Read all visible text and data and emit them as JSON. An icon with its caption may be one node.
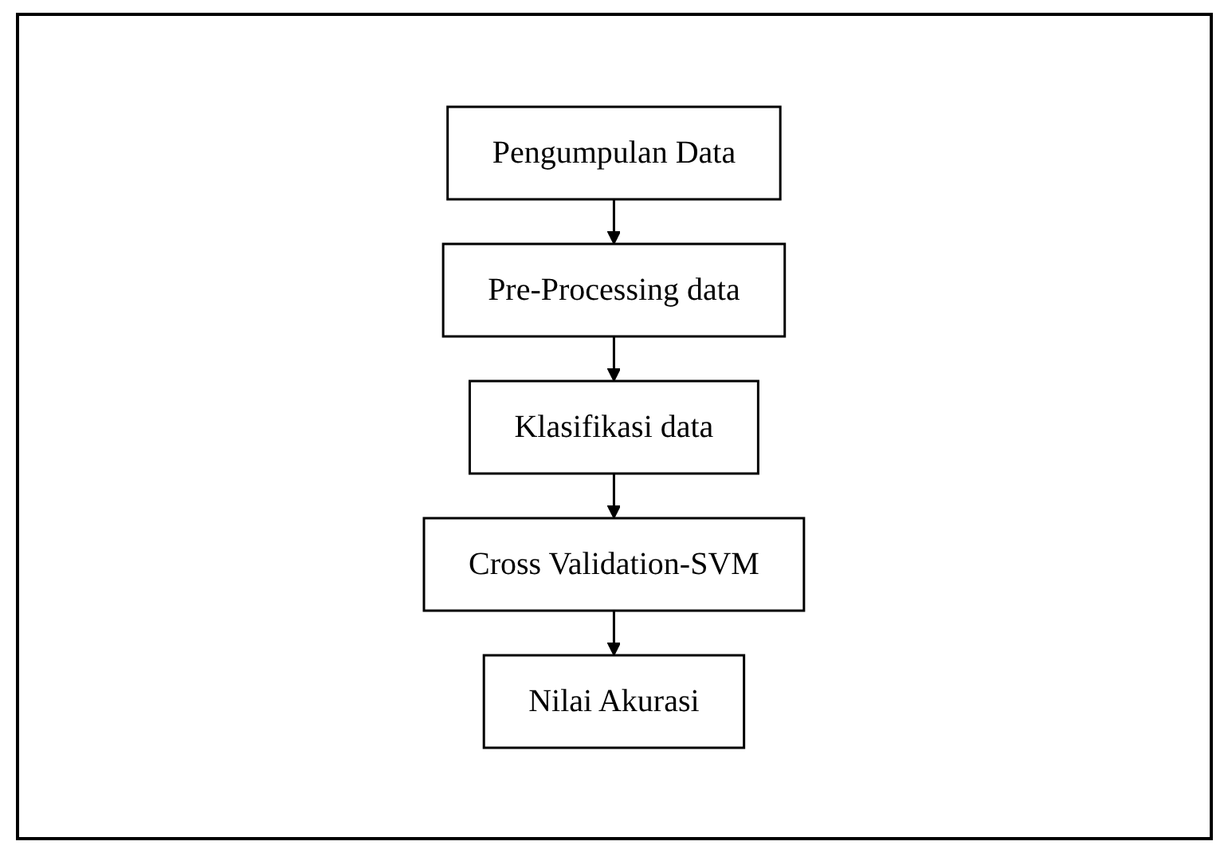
{
  "diagram": {
    "nodes": [
      {
        "text": [
          "Pengumpulan Data"
        ]
      },
      {
        "text": [
          "Pre-Processing data"
        ]
      },
      {
        "text": [
          "Klasifikasi data"
        ]
      },
      {
        "text": [
          "Cross Validation-SVM"
        ]
      },
      {
        "text": [
          "Nilai Akurasi"
        ]
      }
    ],
    "edges": [
      {
        "from": 0,
        "to": 1,
        "arrow": "to"
      },
      {
        "from": 1,
        "to": 2,
        "arrow": "to"
      },
      {
        "from": 2,
        "to": 3,
        "arrow": "to"
      },
      {
        "from": 3,
        "to": 4,
        "arrow": "to"
      }
    ]
  }
}
